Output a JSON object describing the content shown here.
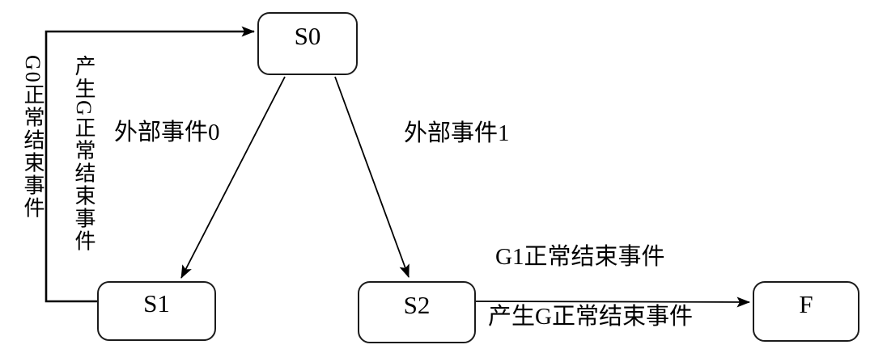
{
  "diagram": {
    "background": "#ffffff",
    "line_color": "#000000",
    "text_color": "#000000",
    "nodes": {
      "s0": {
        "label": "S0"
      },
      "s1": {
        "label": "S1"
      },
      "s2": {
        "label": "S2"
      },
      "f": {
        "label": "F"
      }
    },
    "edges": {
      "s0_to_s1": {
        "label": "外部事件0"
      },
      "s0_to_s2": {
        "label": "外部事件1"
      },
      "s2_to_f": {
        "label_above": "G1正常结束事件",
        "label_below": "产生G正常结束事件"
      },
      "s1_to_s0": {
        "label_outer": "G0正常结束事件",
        "label_inner": "产生G正常结束事件"
      }
    }
  }
}
